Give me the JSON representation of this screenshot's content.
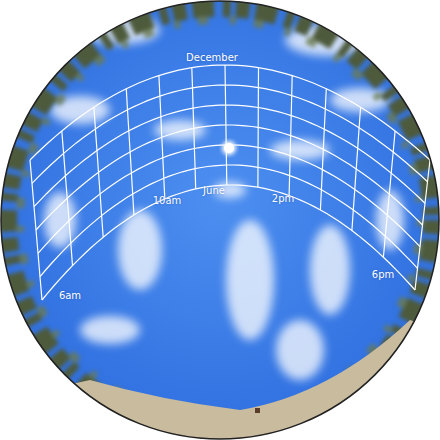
{
  "diagram": {
    "labels": [
      "December",
      "June",
      "10am",
      "2pm",
      "6am",
      "6pm"
    ]
  }
}
